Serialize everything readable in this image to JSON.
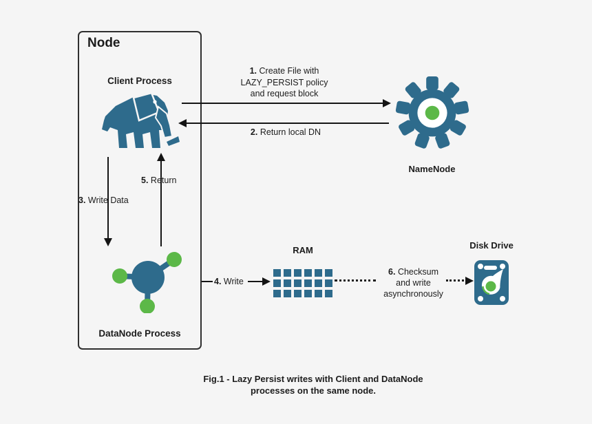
{
  "colors": {
    "teal": "#2E6B8C",
    "green": "#5CB848",
    "background": "#F5F5F5",
    "line": "#1C1C1C"
  },
  "node": {
    "title": "Node",
    "client_label": "Client Process",
    "datanode_label": "DataNode Process"
  },
  "namenode": {
    "label": "NameNode"
  },
  "ram": {
    "label": "RAM",
    "grid_cols": 6,
    "grid_rows": 3
  },
  "disk": {
    "label": "Disk Drive"
  },
  "steps": {
    "s1": {
      "num": "1.",
      "line1": "Create File with",
      "line2": "LAZY_PERSIST policy",
      "line3": "and request block"
    },
    "s2": {
      "num": "2.",
      "text": "Return local DN"
    },
    "s3": {
      "num": "3.",
      "text": "Write Data"
    },
    "s4": {
      "num": "4.",
      "text": "Write"
    },
    "s5": {
      "num": "5.",
      "text": "Return"
    },
    "s6": {
      "num": "6.",
      "line1": "Checksum",
      "line2": "and write",
      "line3": "asynchronously"
    }
  },
  "caption": {
    "line1": "Fig.1 - Lazy Persist writes with Client and DataNode",
    "line2": "processes on the same node."
  }
}
